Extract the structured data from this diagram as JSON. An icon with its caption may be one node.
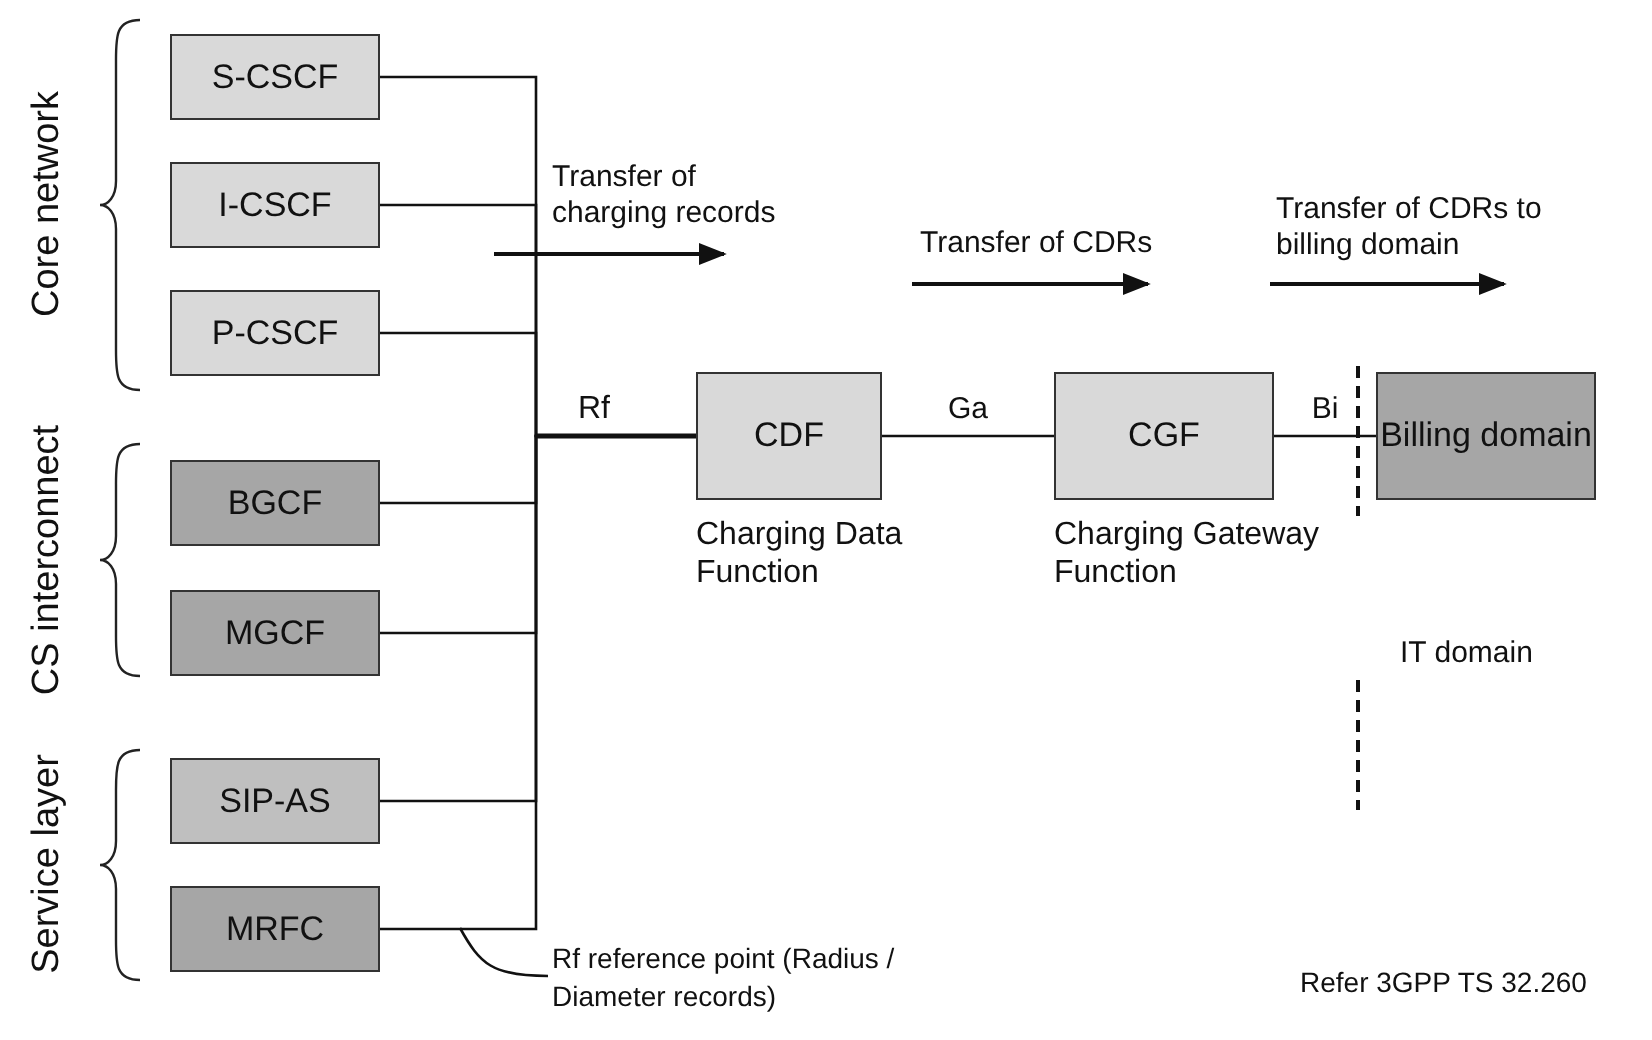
{
  "diagram": {
    "nodes": [
      {
        "text": [
          "S-CSCF"
        ]
      },
      {
        "text": [
          "I-CSCF"
        ]
      },
      {
        "text": [
          "P-CSCF"
        ]
      },
      {
        "text": [
          "BGCF"
        ]
      },
      {
        "text": [
          "MGCF"
        ]
      },
      {
        "text": [
          "SIP-AS"
        ]
      },
      {
        "text": [
          "MRFC"
        ]
      },
      {
        "text": [
          "CDF"
        ],
        "beside": [
          "Charging Data Function"
        ]
      },
      {
        "text": [
          "CGF"
        ],
        "beside": [
          "Charging Gateway Function"
        ]
      },
      {
        "text": [
          "Billing domain"
        ]
      },
      {
        "text": [
          "Rf reference point (Radius / Diameter records)"
        ]
      }
    ],
    "edges": [
      {
        "from": 0,
        "to": 7,
        "arrow": "none"
      },
      {
        "from": 1,
        "to": 7,
        "arrow": "none"
      },
      {
        "from": 2,
        "to": 7,
        "arrow": "none"
      },
      {
        "from": 3,
        "to": 7,
        "arrow": "none"
      },
      {
        "from": 4,
        "to": 7,
        "arrow": "none"
      },
      {
        "from": 5,
        "to": 7,
        "arrow": "none"
      },
      {
        "from": 6,
        "to": 7,
        "arrow": "none"
      },
      {
        "from": 7,
        "to": 8,
        "arrow": "none",
        "label": "Ga"
      },
      {
        "from": 8,
        "to": 9,
        "arrow": "none",
        "label": "Bi"
      },
      {
        "from": 10,
        "to": null,
        "arrow": "none"
      }
    ],
    "labels": [
      "Core network",
      "CS interconnect",
      "Service layer",
      "Transfer of charging records",
      "Rf",
      "Transfer of CDRs",
      "Transfer of CDRs to billing domain",
      "IT domain",
      "Refer 3GPP TS 32.260"
    ]
  }
}
